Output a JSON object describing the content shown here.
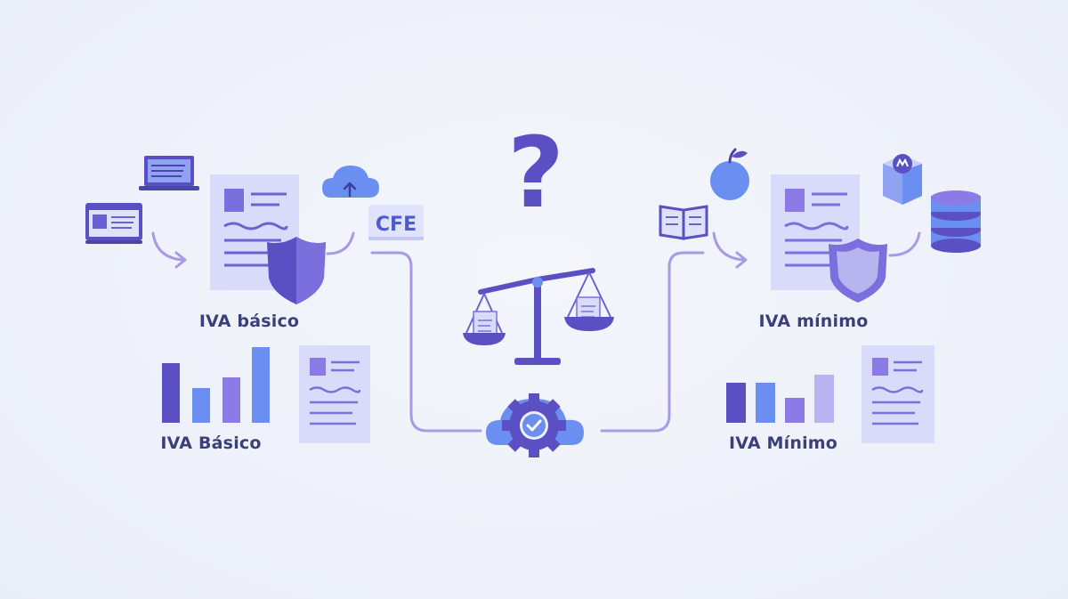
{
  "labels": {
    "iva_basico_top": "IVA básico",
    "iva_basico_bottom": "IVA Básico",
    "iva_minimo_top": "IVA mínimo",
    "iva_minimo_bottom": "IVA Mínimo",
    "cfe_badge": "CFE",
    "question_mark": "?"
  },
  "colors": {
    "background": "#eef1f9",
    "primary_purple": "#5b4fc4",
    "light_purple": "#c7c8f4",
    "blue": "#6b8ff0",
    "violet": "#8c7ae6",
    "label_text": "#3b3f7a",
    "connector": "#a79ae6"
  },
  "icons": [
    "laptop-icon",
    "browser-window-icon",
    "cloud-upload-icon",
    "document-icon",
    "shield-icon",
    "question-mark-icon",
    "balance-scale-icon",
    "gear-check-cloud-icon",
    "apple-icon",
    "open-book-icon",
    "box-icon",
    "database-icon",
    "bar-chart-icon"
  ]
}
